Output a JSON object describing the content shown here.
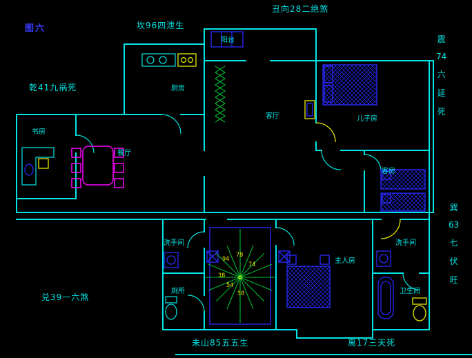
{
  "figure_label": "图六",
  "annotations": {
    "top_center": "丑向28二绝煞",
    "kan": "坎96四泄生",
    "qian": "乾41九祸死",
    "dui": "兑39一六煞",
    "bottom_center": "未山85五五生",
    "bottom_right": "离17三天死",
    "zhen_lines": [
      "震",
      "74",
      "六",
      "延",
      "死"
    ],
    "xun_lines": [
      "巽",
      "63",
      "七",
      "伏",
      "旺"
    ]
  },
  "rooms": {
    "balcony": "阳台",
    "kitchen": "厨房",
    "living_room": "客厅",
    "son_room": "儿子房",
    "study": "书房",
    "dining_room": "餐厅",
    "guest_room": "客房",
    "washroom_left": "洗手间",
    "toilet": "厕所",
    "master_room": "主人房",
    "washroom_right": "洗手间",
    "bathroom": "卫生间"
  },
  "stairs": {
    "numbers": [
      "94",
      "78",
      "74",
      "38",
      "54",
      "58"
    ]
  },
  "colors": {
    "wall": "#00e5e5",
    "label": "#00e5e5",
    "furniture": "#2a2aff",
    "dining": "#ff00ff",
    "plant": "#00bb33",
    "accent": "#e8e800",
    "figure": "#3a3aff"
  }
}
